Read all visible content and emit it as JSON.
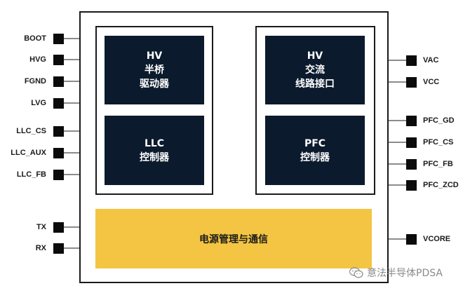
{
  "blocks": {
    "hv_driver": "HV\n半桥\n驱动器",
    "llc_controller": "LLC\n控制器",
    "hv_ac_interface": "HV\n交流\n线路接口",
    "pfc_controller": "PFC\n控制器",
    "power_comm": "电源管理与通信"
  },
  "pins_left": [
    "BOOT",
    "HVG",
    "FGND",
    "LVG",
    "LLC_CS",
    "LLC_AUX",
    "LLC_FB",
    "TX",
    "RX"
  ],
  "pins_right": [
    "VAC",
    "VCC",
    "PFC_GD",
    "PFC_CS",
    "PFC_FB",
    "PFC_ZCD",
    "VCORE"
  ],
  "colors": {
    "block_fill": "#0b1a2c",
    "power_fill": "#f4c542",
    "arrow": "#c0116b",
    "pin": "#0b0b0b"
  },
  "watermark": {
    "text": "意法半导体PDSA",
    "icon": "wechat-icon"
  }
}
